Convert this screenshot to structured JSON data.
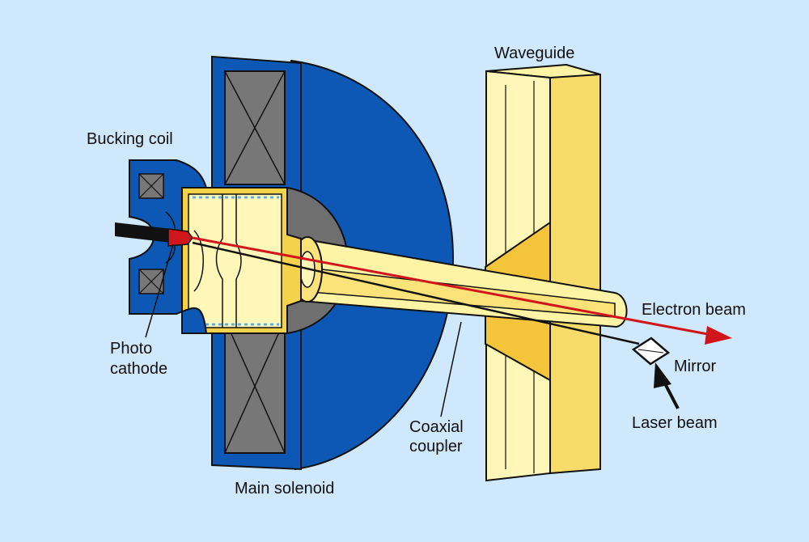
{
  "labels": {
    "waveguide": "Waveguide",
    "bucking_coil": "Bucking coil",
    "photo": "Photo",
    "cathode": "cathode",
    "electron_beam": "Electron beam",
    "mirror": "Mirror",
    "laser_beam": "Laser beam",
    "coaxial": "Coaxial",
    "coupler": "coupler",
    "main_solenoid": "Main solenoid"
  },
  "colors": {
    "background": "#cfe8fb",
    "solenoid_blue": "#0d57b5",
    "solenoid_dark": "#0a3f86",
    "coil_gray": "#777777",
    "yellow_light": "#fff7ad",
    "yellow_mid": "#fbe37a",
    "yellow_dark": "#f4c53a",
    "beam_red": "#d0161b",
    "outline": "#111111"
  }
}
